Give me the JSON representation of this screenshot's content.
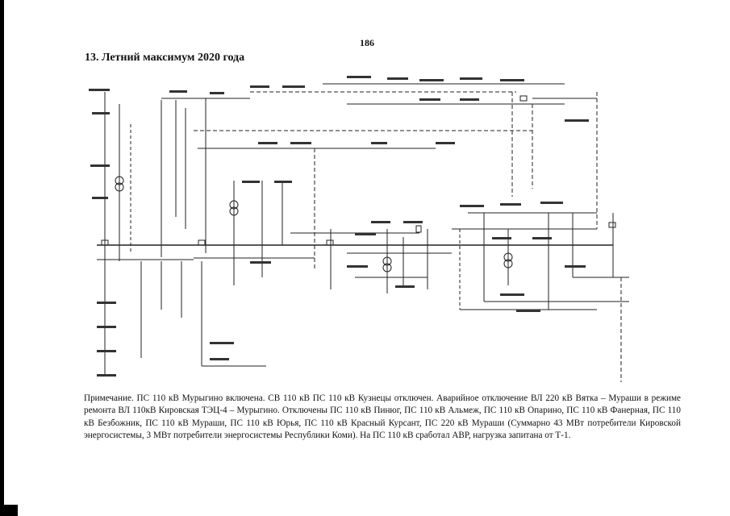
{
  "page": {
    "number": "186",
    "title": "13. Летний максимум 2020 года"
  },
  "note": "Примечание. ПС 110 кВ Мурыгино включена. СВ 110 кВ ПС 110 кВ Кузнецы отключен. Аварийное отключение ВЛ 220 кВ Вятка – Мураши в режиме ремонта ВЛ 110кВ Кировская ТЭЦ-4 – Мурыгино. Отключены ПС 110 кВ Пинюг, ПС 110 кВ Альмеж, ПС 110 кВ Опарино, ПС 110 кВ Фанерная, ПС 110 кВ Безбожник, ПС 110 кВ Мураши, ПС 110 кВ Юрья, ПС 110 кВ Красный Курсант, ПС 220 кВ Мураши (Суммарно 43 МВт потребители Кировской энергосистемы, 3 МВт потребители энергосистемы Республики Коми). На ПС 110 кВ сработал АВР, нагрузка запитана от Т-1.",
  "colors": {
    "ink": "#222222",
    "background": "#ffffff"
  }
}
